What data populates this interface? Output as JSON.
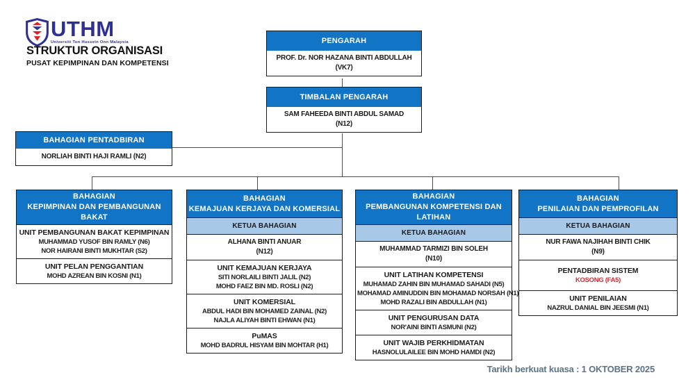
{
  "brand": {
    "logo_acronym": "UTHM",
    "logo_tagline": "Universiti Tun Hussein Onn Malaysia",
    "title": "STRUKTUR ORGANISASI",
    "subtitle": "PUSAT KEPIMPINAN DAN KOMPETENSI"
  },
  "colors": {
    "header_blue": "#1274c5",
    "ketua_light_blue": "#a8c8e8",
    "vacant_red": "#d42b33",
    "footer_slate_blue": "#5c7389",
    "logo_indigo": "#2e3192"
  },
  "pengarah": {
    "title": "PENGARAH",
    "name": "PROF. Dr. NOR HAZANA BINTI ABDULLAH",
    "grade": "(VK7)"
  },
  "timbalan": {
    "title": "TIMBALAN PENGARAH",
    "name": "SAM FAHEEDA BINTI ABDUL SAMAD",
    "grade": "(N12)"
  },
  "pentadbiran": {
    "title": "BAHAGIAN PENTADBIRAN",
    "name": "NORLIAH BINTI HAJI RAMLI (N2)"
  },
  "columns": [
    {
      "header_line1": "BAHAGIAN",
      "header_line2": "KEPIMPINAN DAN PEMBANGUNAN BAKAT",
      "sections": [
        {
          "title": "UNIT PEMBANGUNAN BAKAT KEPIMPINAN",
          "names": [
            "MUHAMMAD YUSOF BIN RAMLY (N6)",
            "NOR HAIRANI BINTI MUKHTAR (S2)"
          ]
        },
        {
          "title": "UNIT PELAN PENGGANTIAN",
          "names": [
            "MOHD AZREAN BIN KOSNI (N1)"
          ]
        }
      ]
    },
    {
      "header_line1": "BAHAGIAN",
      "header_line2": "KEMAJUAN KERJAYA DAN KOMERSIAL",
      "ketua_label": "KETUA BAHAGIAN",
      "ketua_name": "ALHANA BINTI ANUAR",
      "ketua_grade": "(N12)",
      "sections": [
        {
          "title": "UNIT KEMAJUAN KERJAYA",
          "names": [
            "SITI NORLAILI BINTI JALIL (N2)",
            "MOHD FAEZ BIN MD. ROSLI (N2)"
          ]
        },
        {
          "title": "UNIT KOMERSIAL",
          "names": [
            "ABDUL HADI BIN MOHAMED ZAINAL (N2)",
            "NAJLA ALIYAH BINTI EHWAN (N1)"
          ]
        },
        {
          "title": "PuMAS",
          "names": [
            "MOHD BADRUL HISYAM BIN MOHTAR (H1)"
          ]
        }
      ]
    },
    {
      "header_line1": "BAHAGIAN",
      "header_line2": "PEMBANGUNAN KOMPETENSI DAN LATIHAN",
      "ketua_label": "KETUA BAHAGIAN",
      "ketua_name": "MUHAMMAD TARMIZI BIN SOLEH",
      "ketua_grade": "(N10)",
      "sections": [
        {
          "title": "UNIT LATIHAN KOMPETENSI",
          "names": [
            "MUHAMAD ZAHIN BIN MUHAMAD SAHADI (N5)",
            "MOHAMAD AMINUDDIN BIN MOHAMAD NORSAH (N1)",
            "MOHD RAZALI BIN ABDULLAH (N1)"
          ]
        },
        {
          "title": "UNIT PENGURUSAN DATA",
          "names": [
            "NOR'AINI BINTI ASMUNI (N2)"
          ]
        },
        {
          "title": "UNIT WAJIB PERKHIDMATAN",
          "names": [
            "HASNOLULAILEE BIN MOHD HAMDI (N2)"
          ]
        }
      ]
    },
    {
      "header_line1": "BAHAGIAN",
      "header_line2": "PENILAIAN DAN PEMPROFILAN",
      "ketua_label": "KETUA BAHAGIAN",
      "ketua_name": "NUR FAWA NAJIHAH BINTI CHIK",
      "ketua_grade": "(N9)",
      "sections": [
        {
          "title": "PENTADBIRAN SISTEM",
          "names": [
            "KOSONG (FA5)"
          ],
          "vacant": true
        },
        {
          "title": "UNIT PENILAIAN",
          "names": [
            "NAZRUL DANIAL BIN JEESMI (N1)"
          ]
        }
      ]
    }
  ],
  "footer": {
    "effective_date": "Tarikh berkuat kuasa : 1 OKTOBER 2025"
  }
}
